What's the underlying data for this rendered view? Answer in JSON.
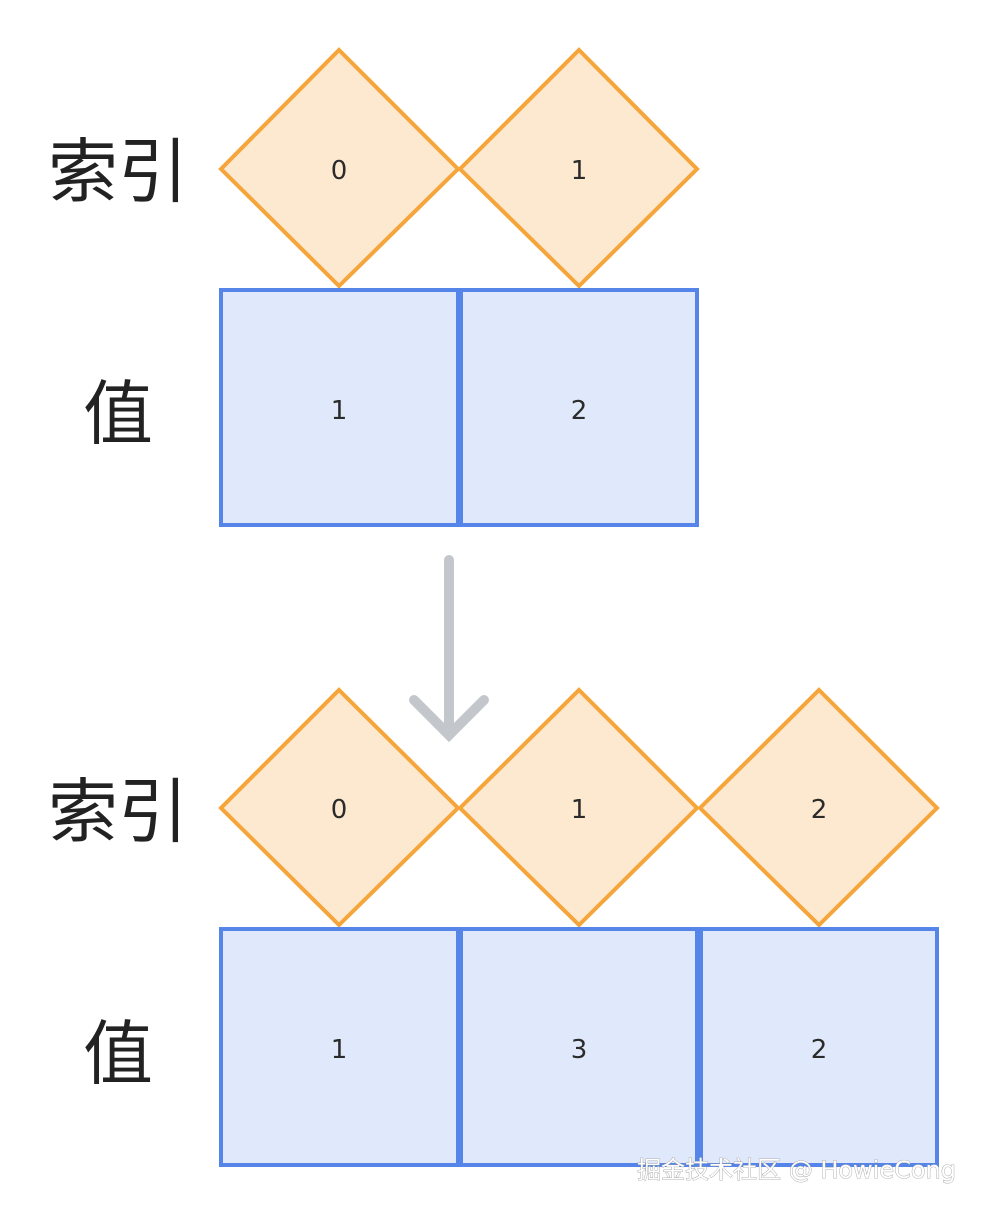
{
  "labels": {
    "index": "索引",
    "value": "值"
  },
  "before": {
    "indices": [
      "0",
      "1"
    ],
    "values": [
      "1",
      "2"
    ]
  },
  "after": {
    "indices": [
      "0",
      "1",
      "2"
    ],
    "values": [
      "1",
      "3",
      "2"
    ]
  },
  "watermark": "掘金技术社区 @ HowieCong",
  "colors": {
    "index_fill": "#fde8d0",
    "index_stroke": "#f5a53a",
    "value_fill": "#e0e9fc",
    "value_stroke": "#5585e8",
    "arrow": "#c3c7cc"
  },
  "icons": {
    "transition": "arrow-down-icon"
  }
}
